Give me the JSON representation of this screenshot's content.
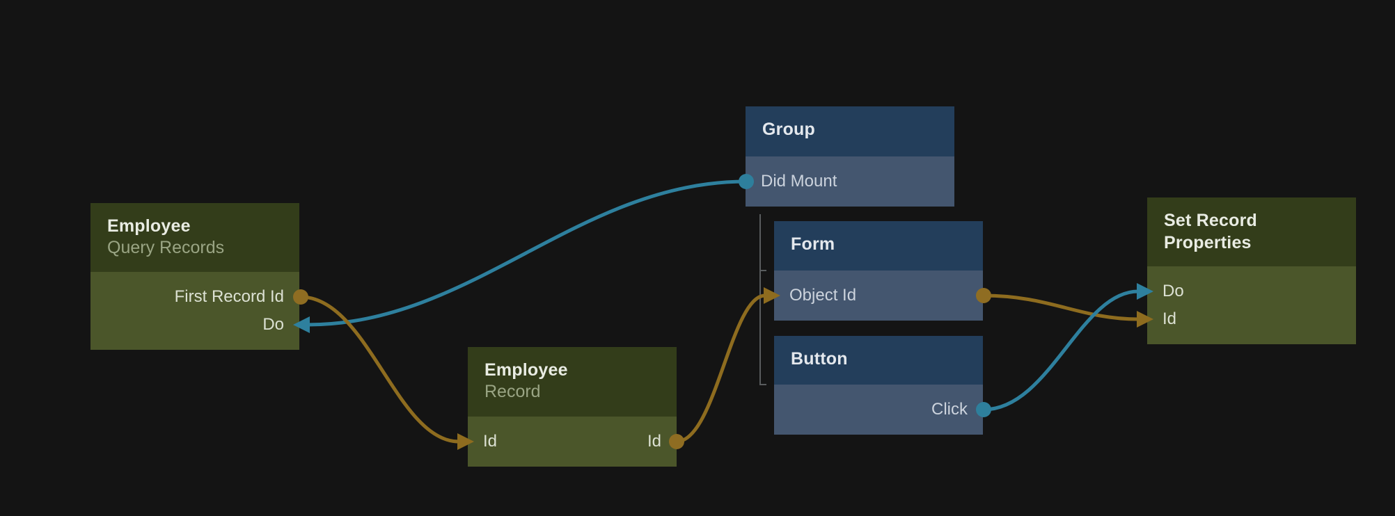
{
  "app": {
    "view": "node-graph-canvas"
  },
  "colors": {
    "background": "#141414",
    "data_wire": "#8e6c1f",
    "signal_wire": "#2e809e",
    "green_node_header": "#333d1a",
    "green_node_body": "#4b562a",
    "blue_node_header": "#233e5b",
    "blue_node_body": "#44566f"
  },
  "nodes": [
    {
      "id": "employee-query-records",
      "variant": "green",
      "title": "Employee",
      "subtitle": "Query Records",
      "ports": [
        {
          "label": "First Record Id"
        },
        {
          "label": "Do"
        }
      ]
    },
    {
      "id": "group",
      "variant": "blue",
      "title": "Group",
      "ports": [
        {
          "label": "Did Mount"
        }
      ]
    },
    {
      "id": "form",
      "variant": "blue",
      "title": "Form",
      "ports": [
        {
          "label": "Object Id"
        }
      ]
    },
    {
      "id": "button",
      "variant": "blue",
      "title": "Button",
      "ports": [
        {
          "label": "Click"
        }
      ]
    },
    {
      "id": "employee-record",
      "variant": "green",
      "title": "Employee",
      "subtitle": "Record",
      "ports": [
        {
          "label": "Id"
        },
        {
          "label": "Id"
        }
      ]
    },
    {
      "id": "set-record-properties",
      "variant": "green",
      "title": "Set Record Properties",
      "ports": [
        {
          "label": "Do"
        },
        {
          "label": "Id"
        }
      ]
    }
  ],
  "connections": [
    {
      "type": "signal",
      "from": "Group.Did Mount",
      "to": "Employee Query Records.Do"
    },
    {
      "type": "data",
      "from": "Employee Query Records.First Record Id",
      "to": "Employee Record.Id"
    },
    {
      "type": "data",
      "from": "Employee Record.Id",
      "to": "Form.Object Id"
    },
    {
      "type": "data",
      "from": "Form.Object Id",
      "to": "Set Record Properties.Id"
    },
    {
      "type": "signal",
      "from": "Button.Click",
      "to": "Set Record Properties.Do"
    }
  ],
  "hierarchy": [
    {
      "parent": "Group",
      "children": [
        "Form",
        "Button"
      ]
    }
  ]
}
